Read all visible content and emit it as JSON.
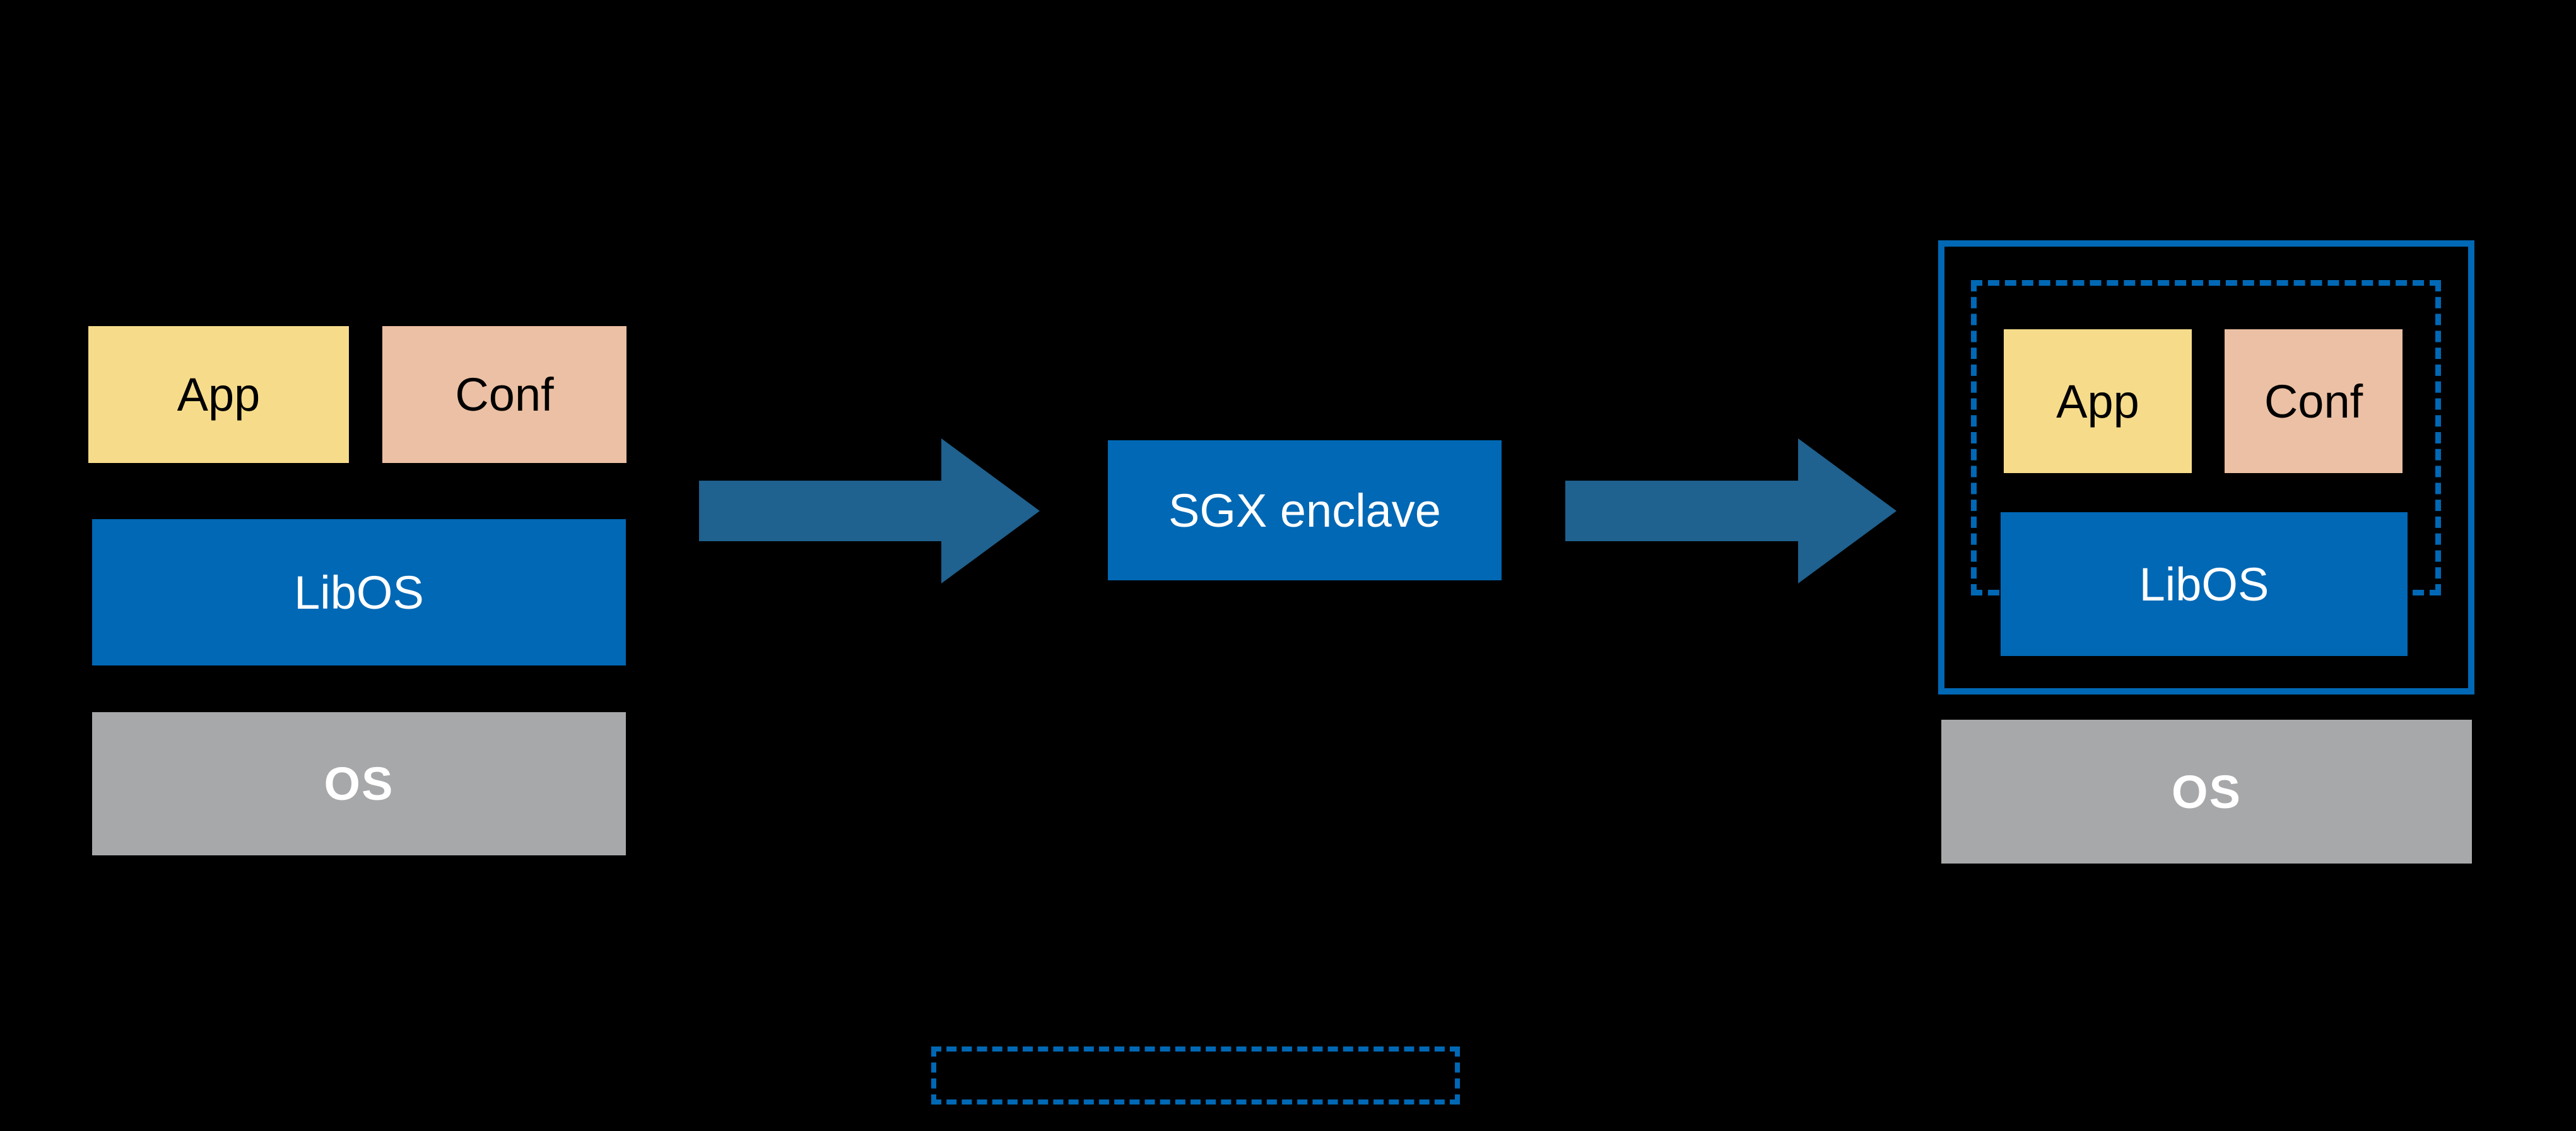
{
  "colors": {
    "background": "#000000",
    "app_fill": "#F6DC8A",
    "conf_fill": "#ECC0A4",
    "blue_fill": "#0068B5",
    "gray_fill": "#A7A8AA",
    "arrow_fill": "#1F618F",
    "enclave_border": "#0068B5",
    "dashed_border": "#0068B5"
  },
  "left_stack": {
    "app_label": "App",
    "conf_label": "Conf",
    "libos_label": "LibOS",
    "os_label": "OS"
  },
  "pipeline": {
    "sgx_enclave_label": "SGX enclave"
  },
  "right_stack": {
    "app_label": "App",
    "conf_label": "Conf",
    "libos_label": "LibOS",
    "os_label": "OS"
  }
}
